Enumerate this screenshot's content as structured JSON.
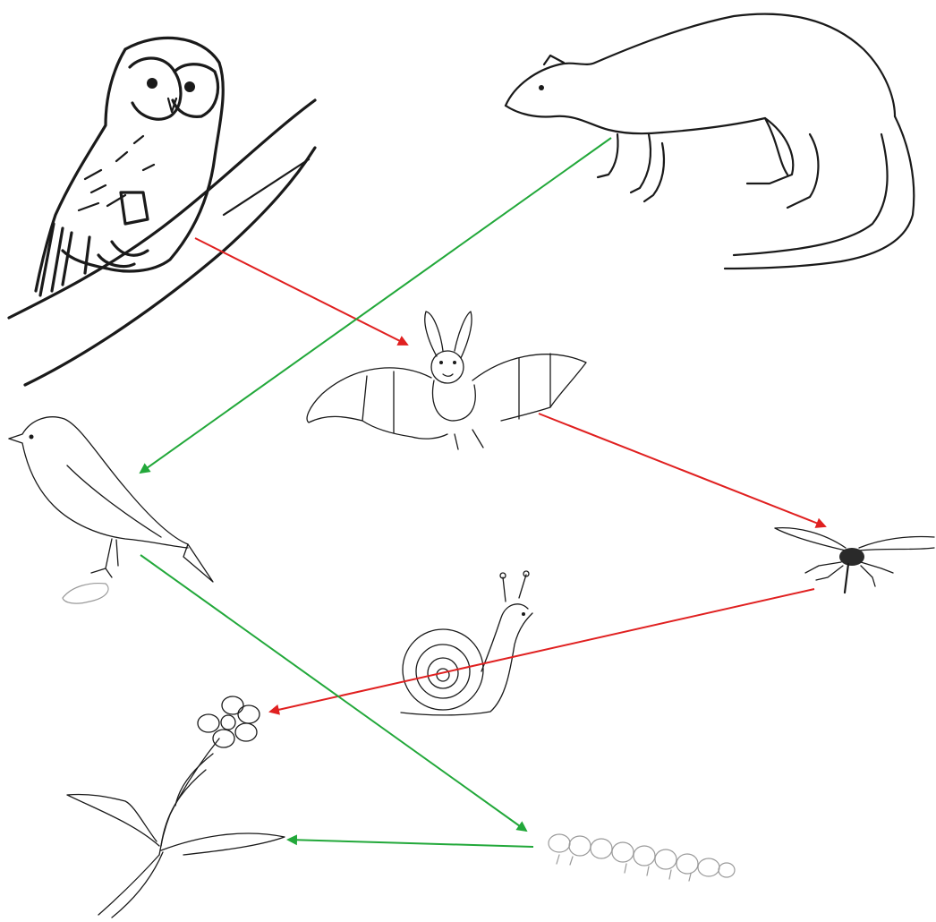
{
  "diagram": {
    "type": "food-web",
    "organisms": [
      {
        "id": "owl",
        "icon": "owl-icon"
      },
      {
        "id": "marten",
        "icon": "marten-icon"
      },
      {
        "id": "bat",
        "icon": "bat-icon"
      },
      {
        "id": "bird",
        "icon": "songbird-icon"
      },
      {
        "id": "fly",
        "icon": "fly-icon"
      },
      {
        "id": "snail",
        "icon": "snail-icon"
      },
      {
        "id": "flower",
        "icon": "flower-icon"
      },
      {
        "id": "caterpillar",
        "icon": "caterpillar-icon"
      }
    ],
    "arrows": [
      {
        "from": "owl",
        "to": "bat",
        "color": "#e02020"
      },
      {
        "from": "bat",
        "to": "fly",
        "color": "#e02020"
      },
      {
        "from": "fly",
        "to": "flower",
        "color": "#e02020"
      },
      {
        "from": "marten",
        "to": "bird",
        "color": "#22a83a"
      },
      {
        "from": "bird",
        "to": "caterpillar",
        "color": "#22a83a"
      },
      {
        "from": "caterpillar",
        "to": "flower",
        "color": "#22a83a"
      }
    ]
  },
  "colors": {
    "red_arrow": "#e02020",
    "green_arrow": "#22a83a",
    "ink": "#1a1a1a"
  }
}
